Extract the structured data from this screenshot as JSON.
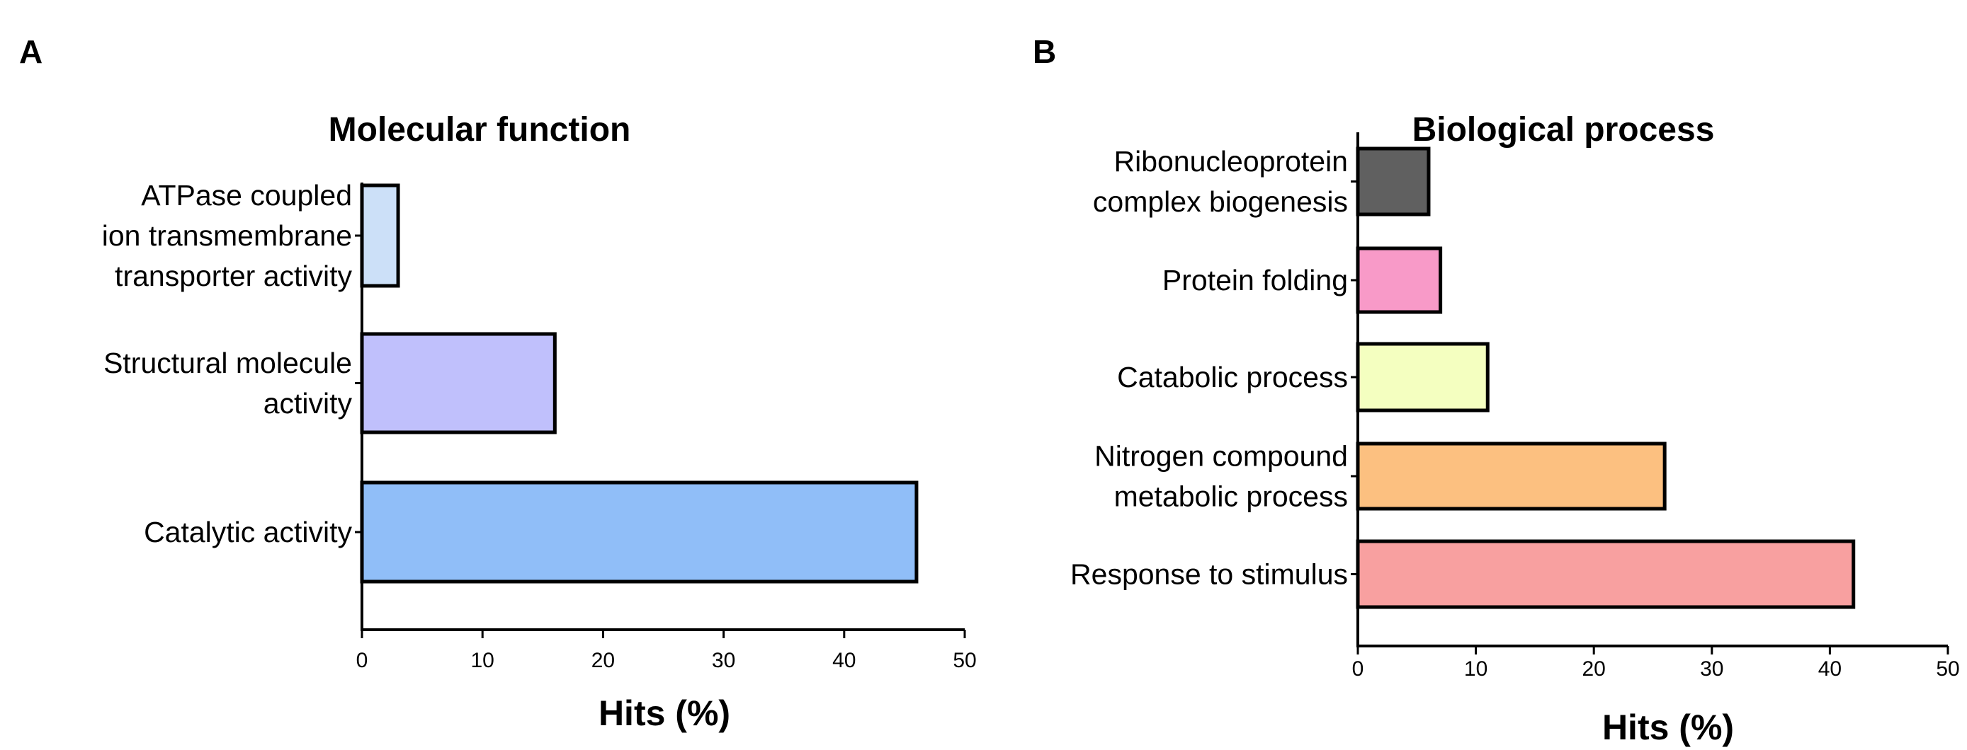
{
  "chart_data": [
    {
      "panel_label": "A",
      "type": "bar",
      "orientation": "horizontal",
      "title": "Molecular function",
      "xlabel": "Hits (%)",
      "ylabel": "",
      "xlim": [
        0,
        50
      ],
      "xticks": [
        0,
        10,
        20,
        30,
        40,
        50
      ],
      "grid": false,
      "categories": [
        [
          "ATPase coupled",
          "ion transmembrane",
          "transporter activity"
        ],
        [
          "Structural molecule",
          "activity"
        ],
        [
          "Catalytic activity"
        ]
      ],
      "values": [
        3,
        16,
        46
      ],
      "colors": [
        "#cce0f8",
        "#c0c0fc",
        "#90bef8"
      ]
    },
    {
      "panel_label": "B",
      "type": "bar",
      "orientation": "horizontal",
      "title": "Biological process",
      "xlabel": "Hits (%)",
      "ylabel": "",
      "xlim": [
        0,
        50
      ],
      "xticks": [
        0,
        10,
        20,
        30,
        40,
        50
      ],
      "grid": false,
      "categories": [
        [
          "Ribonucleoprotein",
          "complex biogenesis"
        ],
        [
          "Protein folding"
        ],
        [
          "Catabolic process"
        ],
        [
          "Nitrogen compound",
          "metabolic process"
        ],
        [
          "Response to stimulus"
        ]
      ],
      "values": [
        6,
        7,
        11,
        26,
        42
      ],
      "colors": [
        "#606060",
        "#f89ac8",
        "#f4ffc0",
        "#fcc080",
        "#f8a0a0"
      ]
    }
  ]
}
